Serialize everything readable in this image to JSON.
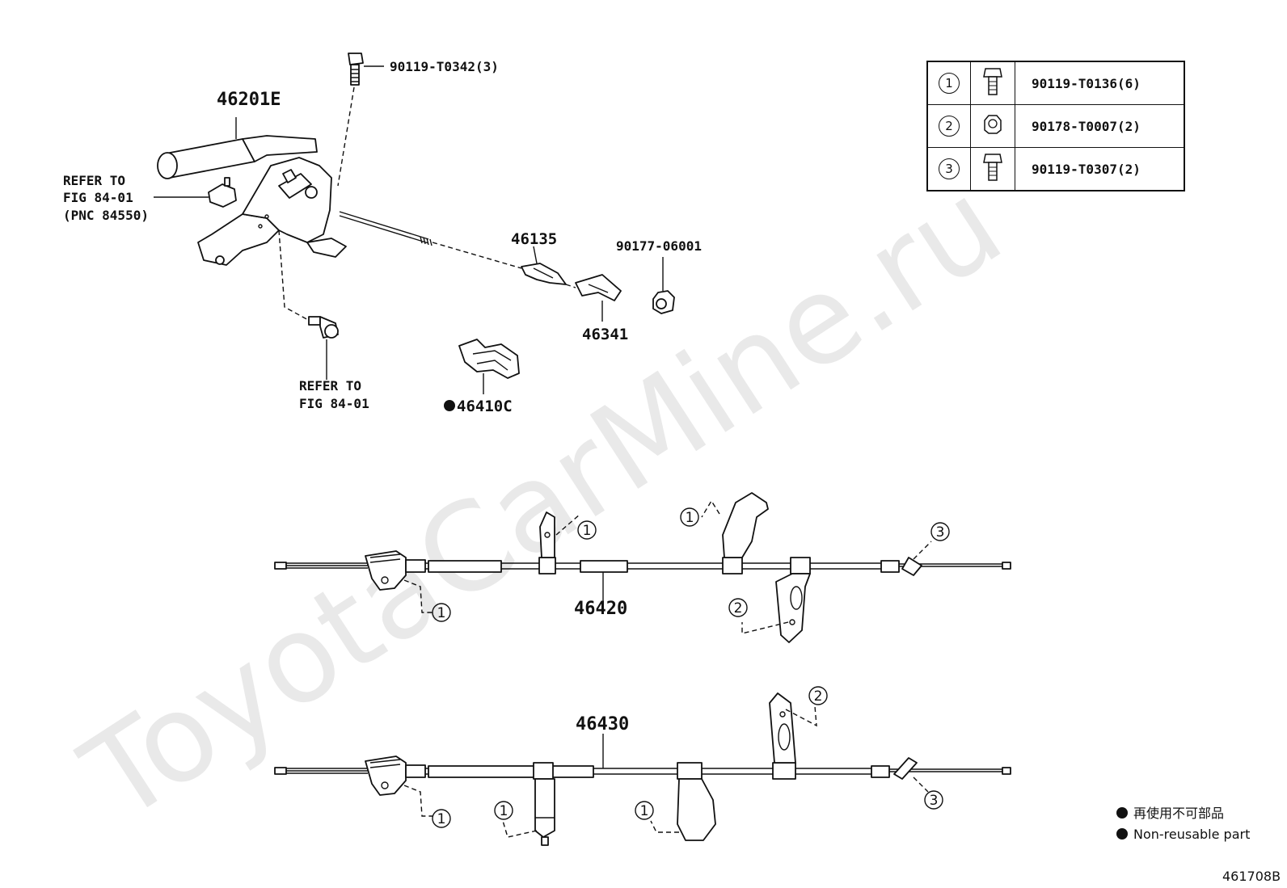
{
  "watermark": "ToyotaCarMine.ru",
  "parts": {
    "lever": "46201E",
    "bolt_top": "90119-T0342(3)",
    "refer_switch": [
      "REFER TO",
      "FIG 84-01",
      "(PNC 84550)"
    ],
    "refer_bolt": [
      "REFER TO",
      "FIG 84-01"
    ],
    "retainer": "46135",
    "yoke": "46341",
    "nut": "90177-06001",
    "clip": "46410C",
    "cable_front": "46420",
    "cable_rear": "46430"
  },
  "callout_symbols": {
    "one": "1",
    "two": "2",
    "three": "3"
  },
  "fastener_table": [
    {
      "mark": "1",
      "icon": "bolt-icon",
      "part": "90119-T0136(6)"
    },
    {
      "mark": "2",
      "icon": "nut-icon",
      "part": "90178-T0007(2)"
    },
    {
      "mark": "3",
      "icon": "bolt-icon",
      "part": "90119-T0307(2)"
    }
  ],
  "legend": {
    "japanese": "再使用不可部品",
    "english": "Non-reusable part"
  },
  "figure_id": "461708B"
}
